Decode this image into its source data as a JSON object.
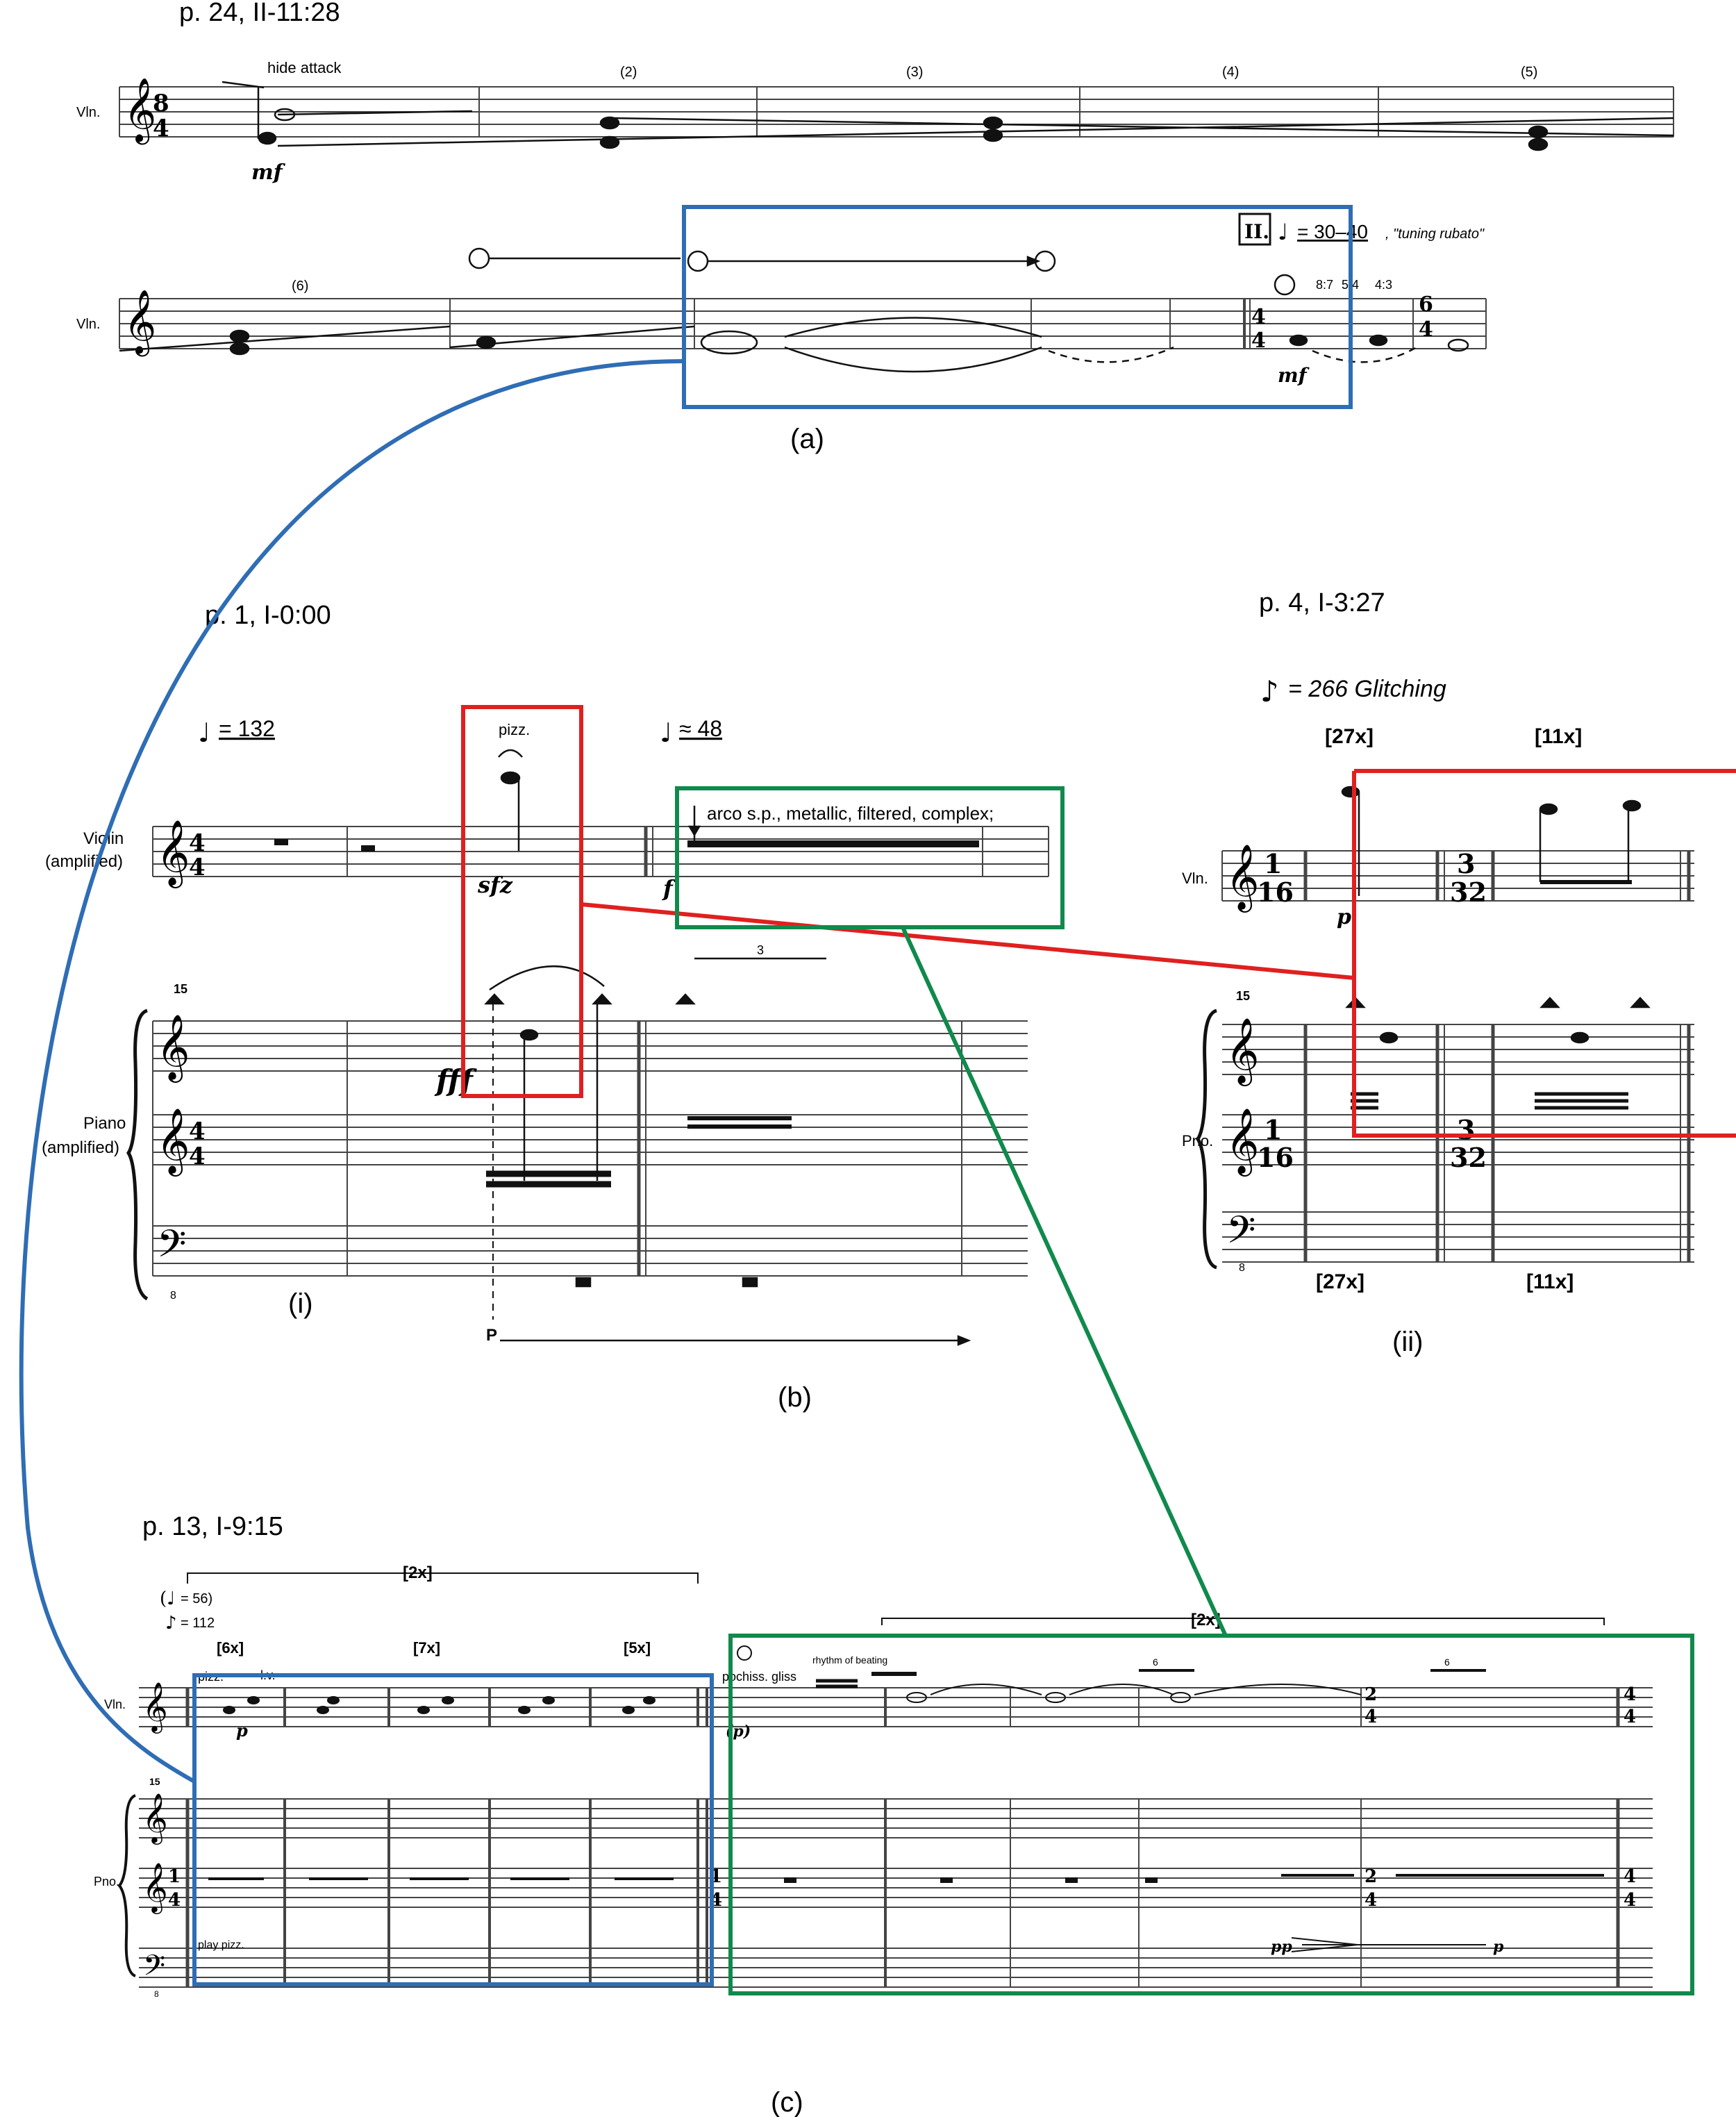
{
  "panel_a": {
    "page_ref": "p. 24, II-11:28",
    "instrument_label": "Vln.",
    "time_sig_top": "8",
    "time_sig_bottom": "4",
    "hide_attack": "hide attack",
    "dynamic": "mf",
    "measure_numbers": [
      "(2)",
      "(3)",
      "(4)",
      "(5)",
      "(6)"
    ],
    "section_mark": "II.",
    "tempo_value": "= 30–40",
    "tempo_text": ", \"tuning rubato\"",
    "tuplets": [
      "8:7",
      "5:4",
      "4:3"
    ],
    "ts2_top": "4",
    "ts2_bottom": "4",
    "ts3_top": "6",
    "ts3_bottom": "4",
    "dynamic2": "mf",
    "caption": "(a)"
  },
  "panel_b": {
    "caption": "(b)",
    "sub_i": {
      "page_ref": "p. 1, I-0:00",
      "tempo1": "= 132",
      "tempo2": "≈ 48",
      "pizz": "pizz.",
      "violin_label_line1": "Violin",
      "violin_label_line2": "(amplified)",
      "piano_label_line1": "Piano",
      "piano_label_line2": "(amplified)",
      "arco_text": "arco s.p., metallic, filtered, complex;",
      "dyn_sfz": "sfz",
      "dyn_f": "f",
      "dyn_fff": "fff",
      "ottava": "15",
      "triplet": "3",
      "pedal": "P",
      "ts_top": "4",
      "ts_bottom": "4",
      "bass_octave": "8",
      "caption": "(i)"
    },
    "sub_ii": {
      "page_ref": "p. 4, I-3:27",
      "tempo": "= 266 Glitching",
      "repeat_a": "[27x]",
      "repeat_b": "[11x]",
      "vln_label": "Vln.",
      "pno_label": "Pno.",
      "ts1_top": "1",
      "ts1_bottom": "16",
      "ts2_top": "3",
      "ts2_bottom": "32",
      "dyn": "p",
      "ottava": "15",
      "bass_octave": "8",
      "caption": "(ii)"
    }
  },
  "panel_c": {
    "page_ref": "p. 13, I-9:15",
    "tempo1": "= 56)",
    "tempo2": "= 112",
    "repeat_outer": "[2x]",
    "repeats": [
      "[6x]",
      "[7x]",
      "[5x]"
    ],
    "pizz": "pizz.",
    "lv": "l.v.",
    "vln_label": "Vln.",
    "pno_label": "Pno.",
    "play_pizz": "play pizz.",
    "pochiss": "pochiss. gliss",
    "rhythm_of_beating": "rhythm of beating",
    "repeat_right": "[2x]",
    "dyn_p": "p",
    "dyn_p2": "(p)",
    "dyn_pp": "pp",
    "dyn_p3": "p",
    "tuplet6": "6",
    "ottava": "15",
    "bass_octave": "8",
    "ts_top": "1",
    "ts_bottom": "4",
    "ts2_top": "2",
    "ts2_bottom": "4",
    "ts3_top": "4",
    "ts3_bottom": "4",
    "caption": "(c)"
  },
  "colors": {
    "blue": "#2f6db5",
    "red": "#e02020",
    "green": "#108a4c",
    "ink": "#111111"
  }
}
